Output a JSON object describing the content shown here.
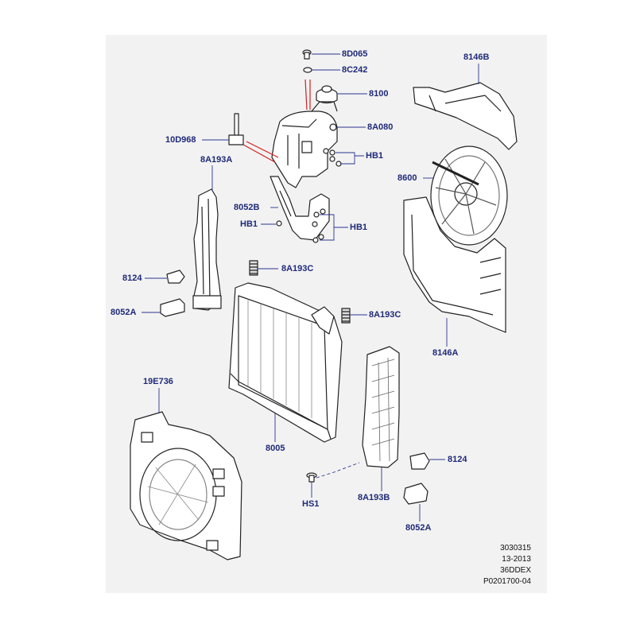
{
  "diagram": {
    "callouts": {
      "c8d065": "8D065",
      "c8c242": "8C242",
      "c8100": "8100",
      "c8a080": "8A080",
      "hb1_upper": "HB1",
      "c10d968": "10D968",
      "c8a193a": "8A193A",
      "c8052b": "8052B",
      "hb1_left": "HB1",
      "hb1_right": "HB1",
      "c8146b": "8146B",
      "c8600": "8600",
      "c8146a": "8146A",
      "c8124_left": "8124",
      "c8a193c_upper": "8A193C",
      "c8052a_left": "8052A",
      "c8a193c_right": "8A193C",
      "c19e736": "19E736",
      "c8005": "8005",
      "c8124_right": "8124",
      "hs1": "HS1",
      "c8a193b": "8A193B",
      "c8052a_right": "8052A"
    },
    "footer": {
      "line1": "3030315",
      "line2": "13-2013",
      "line3": "36DDEX",
      "line4": "P0201700-04"
    },
    "colors": {
      "label_text": "#1f2a78",
      "leader_line": "#2b3590",
      "highlight_line": "#d42020",
      "panel_bg": "#f2f2f2",
      "part_stroke": "#222222",
      "part_fill": "#ffffff"
    }
  }
}
